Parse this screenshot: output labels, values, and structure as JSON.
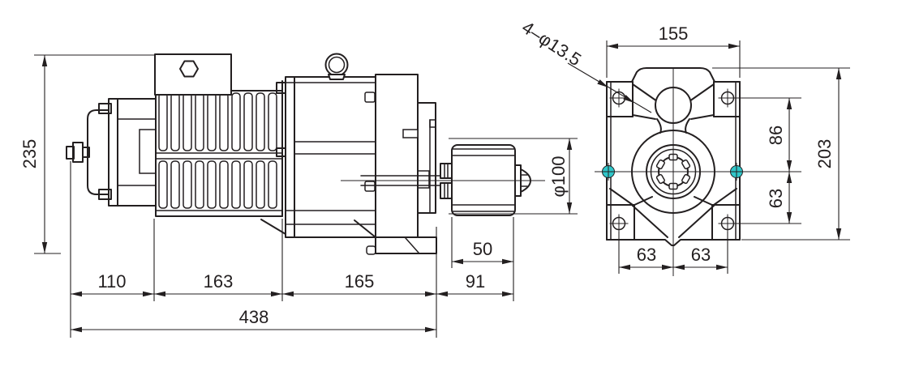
{
  "drawing": {
    "type": "engineering-dimension-drawing",
    "subject": "gear motor with brake — side view and front view",
    "colors": {
      "line": "#231f20",
      "background": "#ffffff",
      "accent_cyan": "#30c6c9"
    },
    "side_view": {
      "dim_height": "235",
      "dim_seg_brake": "110",
      "dim_seg_motor": "163",
      "dim_seg_gearbox": "165",
      "dim_seg_shaft": "91",
      "dim_total_length": "438",
      "dim_drum_width": "50",
      "dim_drum_diameter": "φ100"
    },
    "front_view": {
      "dim_width": "155",
      "dim_mount_holes": "4–φ13.5",
      "dim_upper_center": "86",
      "dim_lower_center": "63",
      "dim_total_height": "203",
      "dim_foot_left": "63",
      "dim_foot_right": "63"
    }
  }
}
